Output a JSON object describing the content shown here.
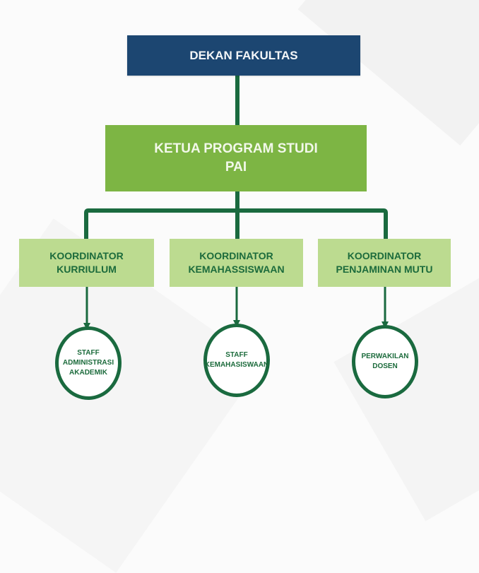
{
  "colors": {
    "dekan_fill": "#1c4671",
    "ketua_fill": "#7db544",
    "coordinator_fill": "#bcdb90",
    "connector": "#1a6a3f",
    "text_dark_green": "#1c6b3c"
  },
  "chart": {
    "top": {
      "label": "DEKAN FAKULTAS"
    },
    "head": {
      "lines": [
        "KETUA PROGRAM STUDI",
        "PAI"
      ]
    },
    "coordinators": [
      {
        "lines": [
          "KOORDINATOR",
          "KURRIULUM"
        ]
      },
      {
        "lines": [
          "KOORDINATOR",
          "KEMAHASSISWAAN"
        ]
      },
      {
        "lines": [
          "KOORDINATOR",
          "PENJAMINAN MUTU"
        ]
      }
    ],
    "staff": [
      {
        "lines": [
          "STAFF",
          "ADMINISTRASI",
          "AKADEMIK"
        ]
      },
      {
        "lines": [
          "STAFF",
          "KEMAHASISWAAN"
        ]
      },
      {
        "lines": [
          "PERWAKILAN",
          "DOSEN"
        ]
      }
    ]
  }
}
